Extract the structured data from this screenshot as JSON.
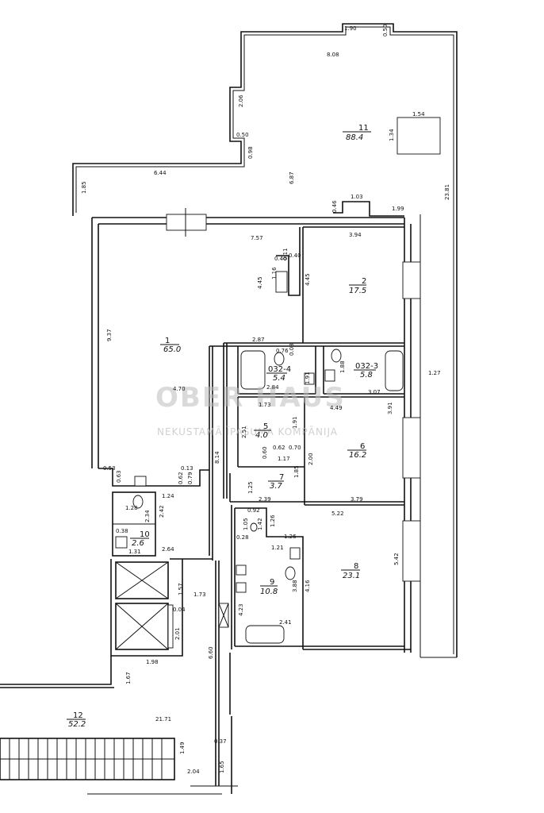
{
  "rooms": [
    {
      "id": "11",
      "number": "11",
      "area": "88.4"
    },
    {
      "id": "1",
      "number": "1",
      "area": "65.0"
    },
    {
      "id": "2",
      "number": "2",
      "area": "17.5"
    },
    {
      "id": "032-4",
      "number": "032-4",
      "area": "5.4"
    },
    {
      "id": "032-3",
      "number": "032-3",
      "area": "5.8"
    },
    {
      "id": "5",
      "number": "5",
      "area": "4.0"
    },
    {
      "id": "6",
      "number": "6",
      "area": "16.2"
    },
    {
      "id": "7",
      "number": "7",
      "area": "3.7"
    },
    {
      "id": "8",
      "number": "8",
      "area": "23.1"
    },
    {
      "id": "9",
      "number": "9",
      "area": "10.8"
    },
    {
      "id": "10",
      "number": "10",
      "area": "2.6"
    },
    {
      "id": "12",
      "number": "12",
      "area": "52.2"
    }
  ],
  "dimensions": {
    "d_1_90": "1.90",
    "d_0_50a": "0.50",
    "d_8_08": "8.08",
    "d_2_06": "2.06",
    "d_1_54": "1.54",
    "d_1_34": "1.34",
    "d_0_50b": "0.50",
    "d_0_98": "0.98",
    "d_6_44": "6.44",
    "d_6_87": "6.87",
    "d_1_85": "1.85",
    "d_23_81": "23.81",
    "d_0_46": "0.46",
    "d_1_03": "1.03",
    "d_1_99": "1.99",
    "d_7_57": "7.57",
    "d_3_94": "3.94",
    "d_0_11": "0.11",
    "d_0_40a": "0.40",
    "d_0_40b": "0.40",
    "d_1_16": "1.16",
    "d_4_45a": "4.45",
    "d_4_45b": "4.45",
    "d_9_37": "9.37",
    "d_2_87": "2.87",
    "d_0_76": "0.76",
    "d_0_08": "0.08",
    "d_1_91a": "1.91",
    "d_1_88": "1.88",
    "d_1_27": "1.27",
    "d_2_84": "2.84",
    "d_3_07": "3.07",
    "d_4_70": "4.70",
    "d_1_73": "1.73",
    "d_4_49": "4.49",
    "d_3_91": "3.91",
    "d_2_51": "2.51",
    "d_1_91b": "1.91",
    "d_0_62a": "0.62",
    "d_0_70": "0.70",
    "d_0_60": "0.60",
    "d_1_17": "1.17",
    "d_2_00": "2.00",
    "d_8_14": "8.14",
    "d_0_53": "0.53",
    "d_0_63": "0.63",
    "d_0_13": "0.13",
    "d_0_62b": "0.62",
    "d_0_79": "0.79",
    "d_1_85b": "1.85",
    "d_1_25": "1.25",
    "d_1_24": "1.24",
    "d_2_39": "2.39",
    "d_3_79": "3.79",
    "d_0_92": "0.92",
    "d_5_22": "5.22",
    "d_1_28": "1.28",
    "d_2_34": "2.34",
    "d_2_42": "2.42",
    "d_1_05": "1.05",
    "d_1_26a": "1.26",
    "d_0_28": "0.28",
    "d_1_42": "1.42",
    "d_1_26b": "1.26",
    "d_0_38": "0.38",
    "d_1_31": "1.31",
    "d_2_64": "2.64",
    "d_1_21": "1.21",
    "d_5_42": "5.42",
    "d_1_57": "1.57",
    "d_1_73b": "1.73",
    "d_3_88": "3.88",
    "d_4_16": "4.16",
    "d_0_04": "0.04",
    "d_4_23": "4.23",
    "d_2_01": "2.01",
    "d_2_41": "2.41",
    "d_6_60": "6.60",
    "d_1_98": "1.98",
    "d_1_67": "1.67",
    "d_21_71": "21.71",
    "d_0_37": "0.37",
    "d_1_49": "1.49",
    "d_1_65": "1.65",
    "d_2_04": "2.04"
  },
  "watermark": {
    "brand": "OBER HAUS",
    "tagline": "NEKUSTAMĀ ĪPAŠUMA KOMPĀNIJA"
  }
}
